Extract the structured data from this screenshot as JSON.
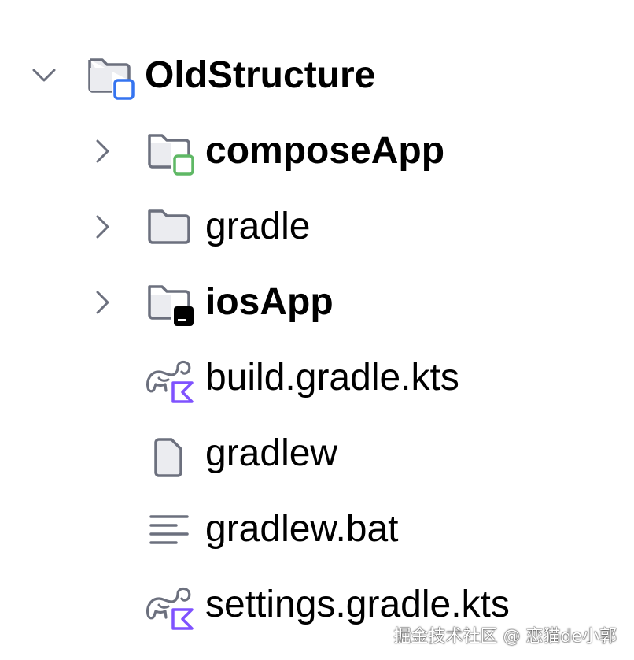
{
  "colors": {
    "chevron": "#6c707e",
    "folder_outline": "#6c707e",
    "folder_fill": "#ebecf0",
    "root_badge": "#3574f0",
    "source_badge": "#5fb865",
    "ios_badge": "#000000",
    "kotlin_badge": "#7f52ff"
  },
  "tree": {
    "root": {
      "label": "OldStructure",
      "expanded": true,
      "icon": "module-folder-icon"
    },
    "children": [
      {
        "label": "composeApp",
        "type": "folder",
        "expanded": false,
        "bold": true,
        "icon": "source-module-folder-icon"
      },
      {
        "label": "gradle",
        "type": "folder",
        "expanded": false,
        "bold": false,
        "icon": "folder-icon"
      },
      {
        "label": "iosApp",
        "type": "folder",
        "expanded": false,
        "bold": true,
        "icon": "ios-module-folder-icon"
      },
      {
        "label": "build.gradle.kts",
        "type": "file",
        "bold": false,
        "icon": "gradle-kotlin-script-icon"
      },
      {
        "label": "gradlew",
        "type": "file",
        "bold": false,
        "icon": "generic-file-icon"
      },
      {
        "label": "gradlew.bat",
        "type": "file",
        "bold": false,
        "icon": "text-file-icon"
      },
      {
        "label": "settings.gradle.kts",
        "type": "file",
        "bold": false,
        "icon": "gradle-kotlin-script-icon"
      }
    ]
  },
  "watermark": "掘金技术社区 @ 恋猫de小郭"
}
